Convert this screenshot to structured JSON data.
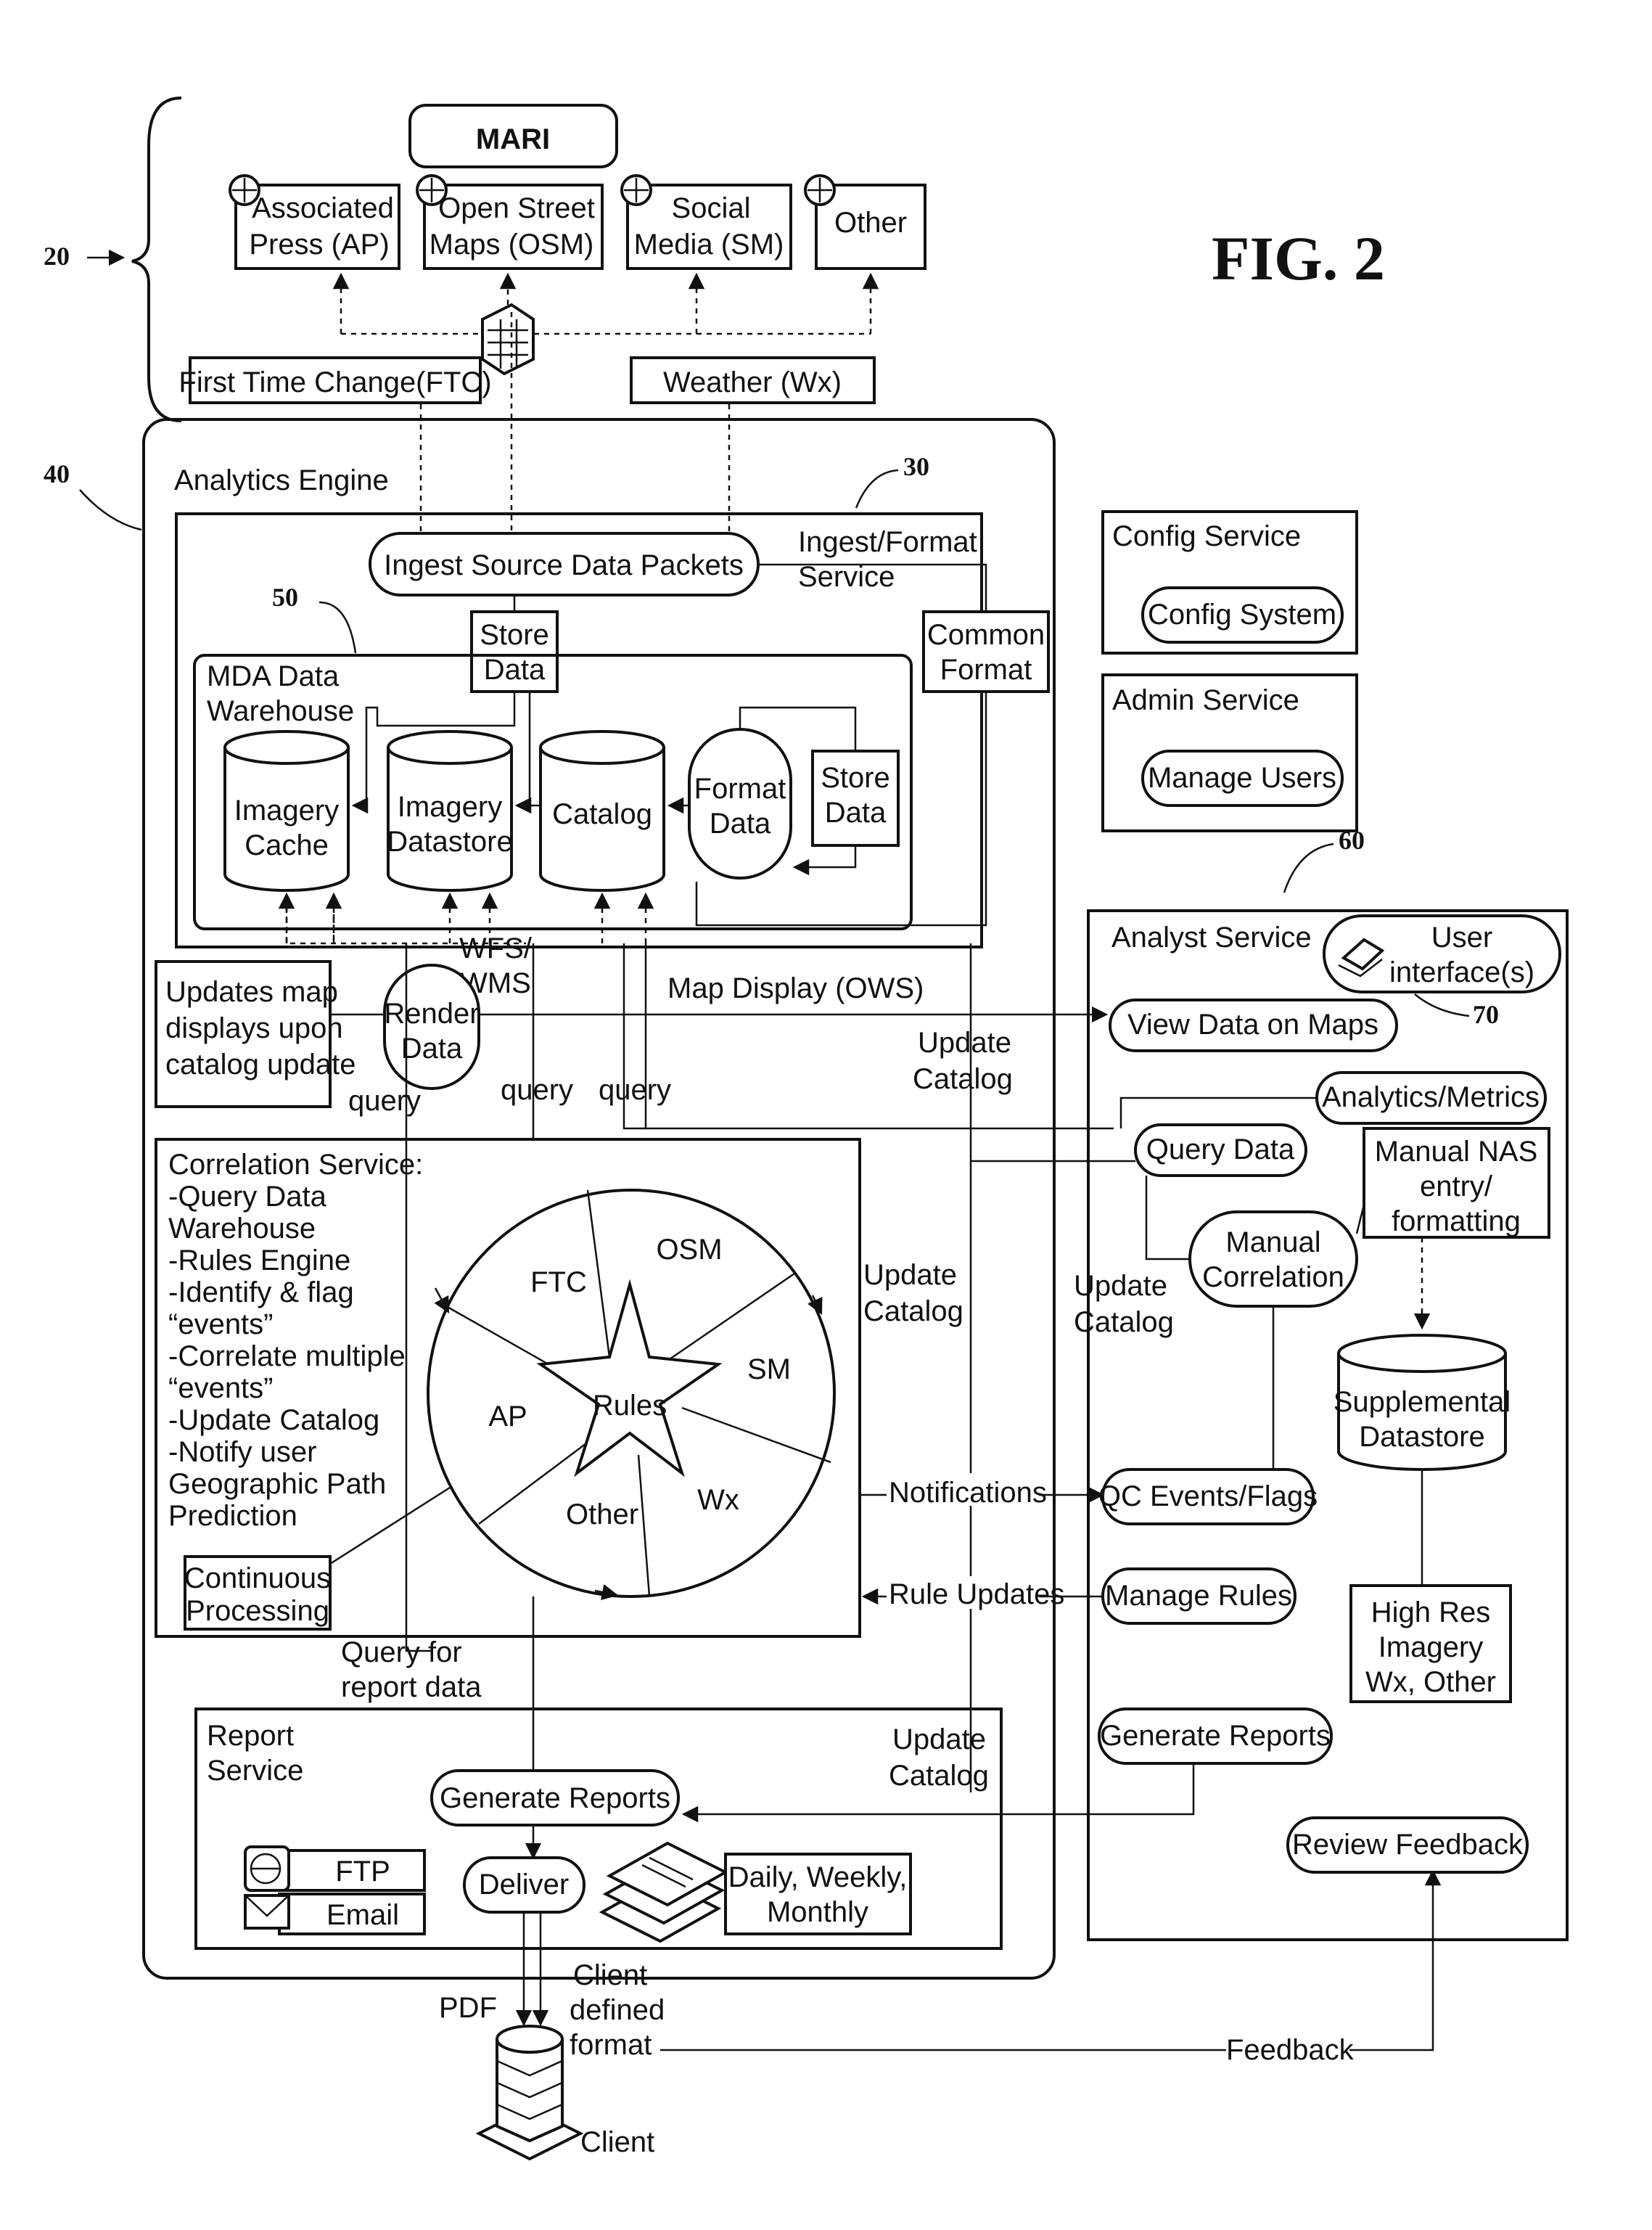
{
  "figure_label": "FIG. 2",
  "refs": {
    "r20": "20",
    "r30": "30",
    "r40": "40",
    "r50": "50",
    "r60": "60",
    "r70": "70"
  },
  "sources": {
    "mari": "MARI",
    "ap": [
      "Associated",
      "Press (AP)"
    ],
    "osm": [
      "Open Street",
      "Maps (OSM)"
    ],
    "sm": [
      "Social",
      "Media (SM)"
    ],
    "other": "Other",
    "ftc": "First Time Change(FTC)",
    "wx": "Weather (Wx)"
  },
  "analytics": {
    "title": "Analytics Engine",
    "ingest_service": [
      "Ingest/Format",
      "Service"
    ],
    "ingest_packets": "Ingest Source Data Packets",
    "store_data": [
      "Store",
      "Data"
    ],
    "common_format": [
      "Common",
      "Format"
    ],
    "warehouse": [
      "MDA Data",
      "Warehouse"
    ],
    "imagery_cache": [
      "Imagery",
      "Cache"
    ],
    "imagery_datastore": [
      "Imagery",
      "Datastore"
    ],
    "catalog": "Catalog",
    "format_data": [
      "Format",
      "Data"
    ],
    "store_data_inner": [
      "Store",
      "Data"
    ],
    "wfs_wms": [
      "WFS/",
      "WMS"
    ],
    "map_display": "Map Display (OWS)",
    "updates_map": [
      "Updates map",
      "displays upon",
      "catalog update"
    ],
    "render_data": [
      "Render",
      "Data"
    ],
    "query": "query",
    "update_catalog": [
      "Update",
      "Catalog"
    ]
  },
  "correlation": {
    "desc": [
      "Correlation Service:",
      "-Query Data",
      "Warehouse",
      "-Rules Engine",
      "-Identify & flag",
      "“events”",
      "-Correlate multiple",
      "“events”",
      "-Update Catalog",
      "-Notify user",
      "Geographic Path",
      "Prediction"
    ],
    "continuous": [
      "Continuous",
      "Processing"
    ],
    "wheel": {
      "ftc": "FTC",
      "osm": "OSM",
      "sm": "SM",
      "wx": "Wx",
      "other": "Other",
      "ap": "AP",
      "rules": "Rules"
    },
    "notifications": "Notifications",
    "rule_updates": "Rule Updates",
    "query_report": [
      "Query for",
      "report data"
    ]
  },
  "report": {
    "title": [
      "Report",
      "Service"
    ],
    "generate": "Generate Reports",
    "ftp": "FTP",
    "email": "Email",
    "deliver": "Deliver",
    "periods": [
      "Daily, Weekly,",
      "Monthly"
    ]
  },
  "client": {
    "pdf": "PDF",
    "defined": [
      "Client",
      "defined",
      "format"
    ],
    "name": "Client",
    "feedback": "Feedback"
  },
  "config": {
    "title": "Config Service",
    "system": "Config System"
  },
  "admin": {
    "title": "Admin Service",
    "manage": "Manage Users"
  },
  "analyst": {
    "title": "Analyst Service",
    "ui": [
      "User",
      "interface(s)"
    ],
    "view": "View Data on Maps",
    "metrics": "Analytics/Metrics",
    "query": "Query Data",
    "manual_nas": [
      "Manual NAS",
      "entry/",
      "formatting"
    ],
    "manual_corr": [
      "Manual",
      "Correlation"
    ],
    "supplemental": [
      "Supplemental",
      "Datastore"
    ],
    "qc": "QC Events/Flags",
    "rules": "Manage Rules",
    "hires": [
      "High Res",
      "Imagery",
      "Wx, Other"
    ],
    "reports": "Generate Reports",
    "review": "Review Feedback"
  }
}
